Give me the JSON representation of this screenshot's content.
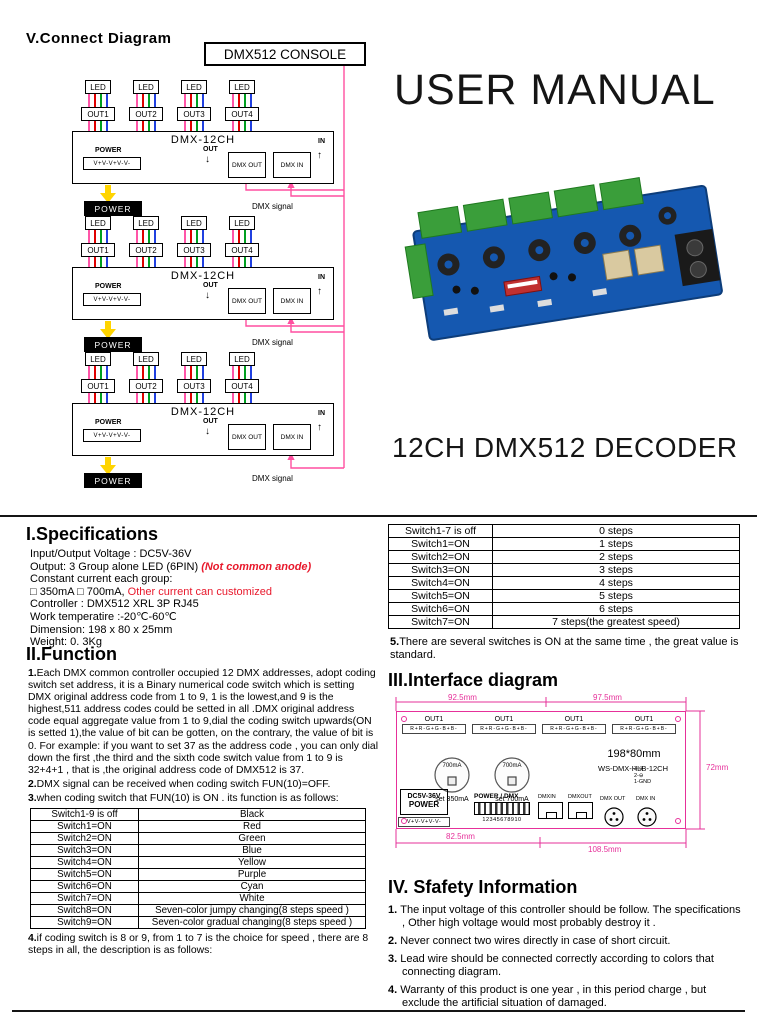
{
  "connect": {
    "title": "V.Connect Diagram",
    "console": "DMX512 CONSOLE",
    "signal_label": "DMX  signal"
  },
  "unit": {
    "led": "LED",
    "outs": [
      "OUT1",
      "OUT2",
      "OUT3",
      "OUT4"
    ],
    "name": "DMX-12CH",
    "power": "POWER",
    "terminals": "V+V-V+V-V-",
    "out": "OUT",
    "down_arrow": "↓",
    "dmx_out": "DMX OUT",
    "dmx_in": "DMX IN",
    "in": "IN",
    "up_arrow": "↑",
    "power_box": "POWER"
  },
  "cover": {
    "user_manual": "USER MANUAL",
    "product": "12CH DMX512 DECODER"
  },
  "specifications": {
    "heading": "I.Specifications",
    "lines": [
      {
        "black": "Input/Output Voltage : DC5V-36V",
        "red": "",
        "italic": false
      },
      {
        "black": "Output: 3 Group alone  LED (6PIN) ",
        "red": "(Not common anode)",
        "italic": true
      },
      {
        "black": "Constant current  each group:",
        "red": "",
        "italic": false
      },
      {
        "black": "□ 350mA □ 700mA, ",
        "red": "Other current can customized",
        "italic": false
      },
      {
        "black": "Controller : DMX512 XRL 3P  RJ45",
        "red": "",
        "italic": false
      },
      {
        "black": "Work temperatire :-20℃-60℃",
        "red": "",
        "italic": false
      },
      {
        "black": "Dimension: 198 x 80 x 25mm",
        "red": "",
        "italic": false
      },
      {
        "black": "Weight: 0. 3Kg",
        "red": "",
        "italic": false
      }
    ]
  },
  "function": {
    "heading": "II.Function",
    "item1_num": "1.",
    "item1": "Each DMX common controller occupied 12 DMX addresses, adopt coding switch set address, it is a Binary numerical code switch which is setting DMX original address code from 1 to 9, 1 is the lowest,and 9 is the highest,511 address codes could be setted in all .DMX original address code equal aggregate value from 1 to 9,dial the coding switch upwards(ON is setted 1),the value of bit can be gotten, on the contrary, the value of bit is 0. For example: if you want to set 37 as the address code , you can only dial down the first ,the third and the sixth code switch value from 1 to 9 is 32+4+1 , that is ,the original address code of DMX512 is 37.",
    "item2_num": "2.",
    "item2": "DMX signal can be received when coding switch FUN(10)=OFF.",
    "item3_num": "3.",
    "item3": "when coding switch that FUN(10) is ON . its function is as follows:",
    "table": [
      [
        "Switch1-9 is off",
        "Black"
      ],
      [
        "Switch1=ON",
        "Red"
      ],
      [
        "Switch2=ON",
        "Green"
      ],
      [
        "Switch3=ON",
        "Blue"
      ],
      [
        "Switch4=ON",
        "Yellow"
      ],
      [
        "Switch5=ON",
        "Purple"
      ],
      [
        "Switch6=ON",
        "Cyan"
      ],
      [
        "Switch7=ON",
        "White"
      ],
      [
        "Switch8=ON",
        "Seven-color jumpy changing(8 steps speed )"
      ],
      [
        "Switch9=ON",
        "Seven-color gradual changing(8 steps speed )"
      ]
    ],
    "item4_num": "4.",
    "item4": "if coding switch is 8 or 9, from 1 to 7 is the choice for speed , there are 8 steps in all, the description is as follows:"
  },
  "steps": {
    "table": [
      [
        "Switch1-7 is off",
        "0 steps"
      ],
      [
        "Switch1=ON",
        "1 steps"
      ],
      [
        "Switch2=ON",
        "2 steps"
      ],
      [
        "Switch3=ON",
        "3 steps"
      ],
      [
        "Switch4=ON",
        "4 steps"
      ],
      [
        "Switch5=ON",
        "5 steps"
      ],
      [
        "Switch6=ON",
        "6 steps"
      ],
      [
        "Switch7=ON",
        "7 steps(the greatest speed)"
      ]
    ],
    "item5_num": "5.",
    "item5": "There are several switches is ON at the same time , the great value is standard."
  },
  "interface": {
    "heading": "III.Interface diagram",
    "dims": {
      "top_left": "92.5mm",
      "top_right": "97.5mm",
      "right": "72mm",
      "bottom_left": "82.5mm",
      "bottom_right": "108.5mm"
    },
    "out_labels": [
      "OUT1",
      "OUT1",
      "OUT1",
      "OUT1"
    ],
    "terminal_strip": "R+R-G+G-B+B-",
    "pot1": {
      "current": "700mA",
      "set": "set 350mA"
    },
    "pot2": {
      "current": "700mA",
      "set": "set 700mA"
    },
    "size": "198*80mm",
    "model": "WS-DMX-HLB-12CH",
    "power_box": {
      "line1": "DC5V-36V",
      "line2": "POWER",
      "terminals": "V+V-V+V-V-"
    },
    "dip": {
      "label": "POWER / DMX",
      "numbers": "12345678910"
    },
    "rj45": {
      "left": "DMXIN",
      "right": "DMXOUT"
    },
    "xlr": {
      "left": "DMX OUT",
      "right": "DMX IN"
    },
    "pins": [
      "3-⊕",
      "2-⊖",
      "1-GND"
    ]
  },
  "safety": {
    "heading": "IV. Sfafety Information",
    "items": [
      {
        "num": "1.",
        "text": "The input voltage of this controller should be follow. The specifications , Other high voltage would most probably destroy it ."
      },
      {
        "num": "2.",
        "text": "Never connect two wires directly in case of short circuit."
      },
      {
        "num": "3.",
        "text": "Lead wire should be connected correctly according to colors that connecting diagram."
      },
      {
        "num": "4.",
        "text": "Warranty of this product is one year , in this period charge , but exclude the artificial situation of damaged."
      }
    ]
  }
}
